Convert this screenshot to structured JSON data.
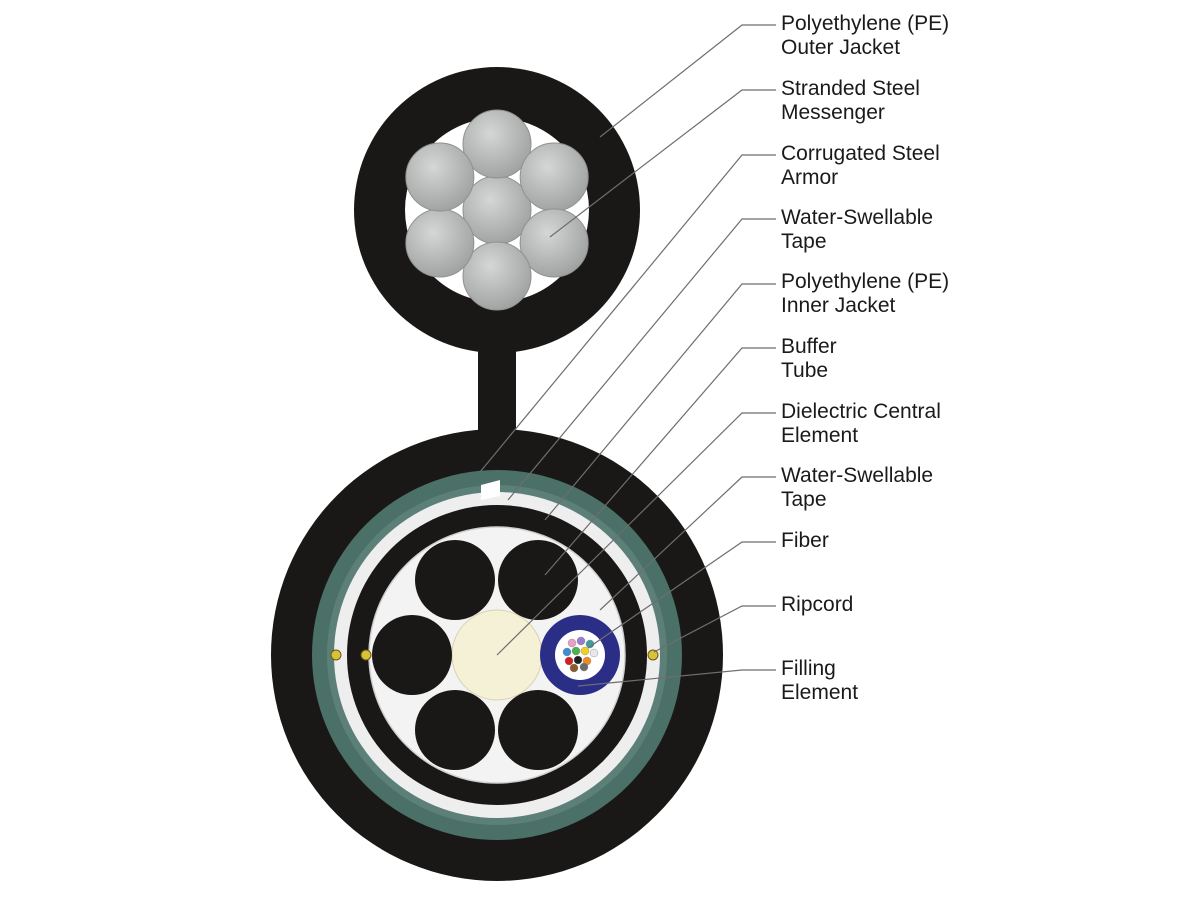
{
  "colors": {
    "jacket": "#1a1816",
    "steel_wire": "#b3b6b4",
    "armor": "#4a7068",
    "tape": "#f4f4f4",
    "central_element": "#f5f1d6",
    "buffer_tube": "#2a2e86",
    "ripcord": "#d9c23a",
    "leader_line": "#6e6e6e"
  },
  "labels": [
    {
      "id": "outer-jacket",
      "lines": [
        "Polyethylene (PE)",
        "Outer Jacket"
      ]
    },
    {
      "id": "steel-messenger",
      "lines": [
        "Stranded Steel",
        "Messenger"
      ]
    },
    {
      "id": "steel-armor",
      "lines": [
        "Corrugated Steel",
        "Armor"
      ]
    },
    {
      "id": "swellable-tape-1",
      "lines": [
        "Water-Swellable",
        "Tape"
      ]
    },
    {
      "id": "inner-jacket",
      "lines": [
        "Polyethylene (PE)",
        "Inner Jacket"
      ]
    },
    {
      "id": "buffer-tube",
      "lines": [
        "Buffer",
        "Tube"
      ]
    },
    {
      "id": "central-element",
      "lines": [
        "Dielectric Central",
        "Element"
      ]
    },
    {
      "id": "swellable-tape-2",
      "lines": [
        "Water-Swellable",
        "Tape"
      ]
    },
    {
      "id": "fiber",
      "lines": [
        "Fiber"
      ]
    },
    {
      "id": "ripcord",
      "lines": [
        "Ripcord"
      ]
    },
    {
      "id": "filling-element",
      "lines": [
        "Filling",
        "Element"
      ]
    }
  ],
  "fiber_colors": [
    "#e8a0c8",
    "#9a7bd0",
    "#3aa0a0",
    "#3b8fd0",
    "#4fb04f",
    "#f0d020",
    "#e8e8e8",
    "#d02020",
    "#202020",
    "#f08a20",
    "#8a5a30",
    "#6a6a6a"
  ]
}
